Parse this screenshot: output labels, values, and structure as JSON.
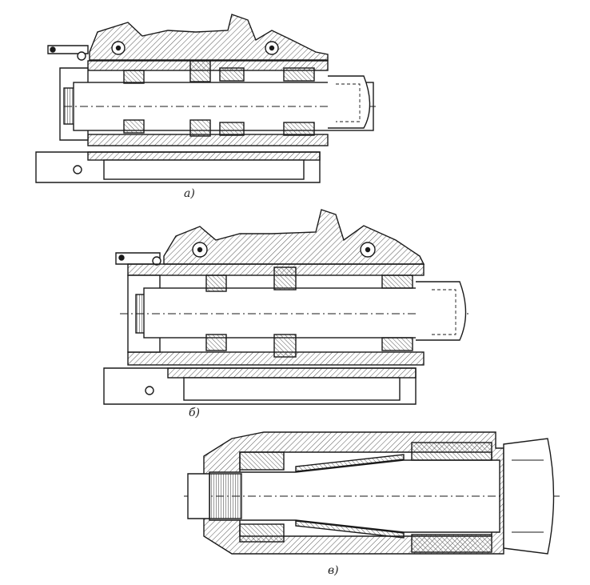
{
  "figure": {
    "captions": {
      "a": "а)",
      "b": "б)",
      "c": "в)"
    },
    "colors": {
      "ink": "#1a1a1a",
      "hatch": "#555555",
      "paper": "#ffffff"
    }
  }
}
